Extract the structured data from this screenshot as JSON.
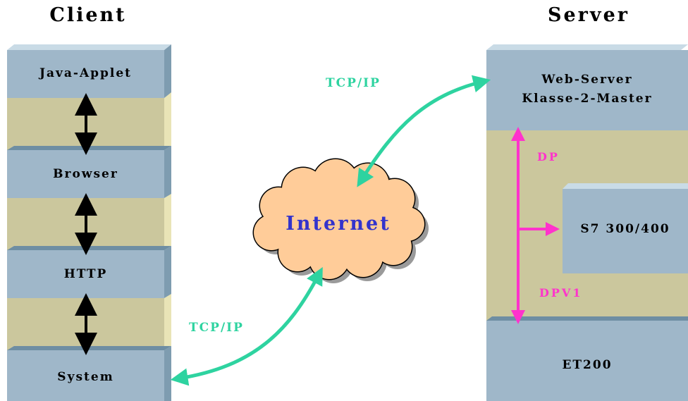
{
  "client": {
    "heading": "Client",
    "layers": [
      "Java-Applet",
      "Browser",
      "HTTP",
      "System"
    ]
  },
  "server": {
    "heading": "Server",
    "top_line1": "Web-Server",
    "top_line2": "Klasse-2-Master",
    "plc": "S7 300/400",
    "bottom": "ET200",
    "bus_top": "DP",
    "bus_bottom": "DPV1"
  },
  "network": {
    "cloud": "Internet",
    "protocol_upper": "TCP/IP",
    "protocol_lower": "TCP/IP"
  },
  "colors": {
    "layer_blue": "#9fb7c9",
    "layer_khaki": "#cbc79d",
    "bevel_light": "#c9dbe6",
    "bevel_dark": "#6e8ea3",
    "cloud_fill": "#ffcc99",
    "link_green": "#2ed3a0",
    "bus_pink": "#ff33cc"
  }
}
